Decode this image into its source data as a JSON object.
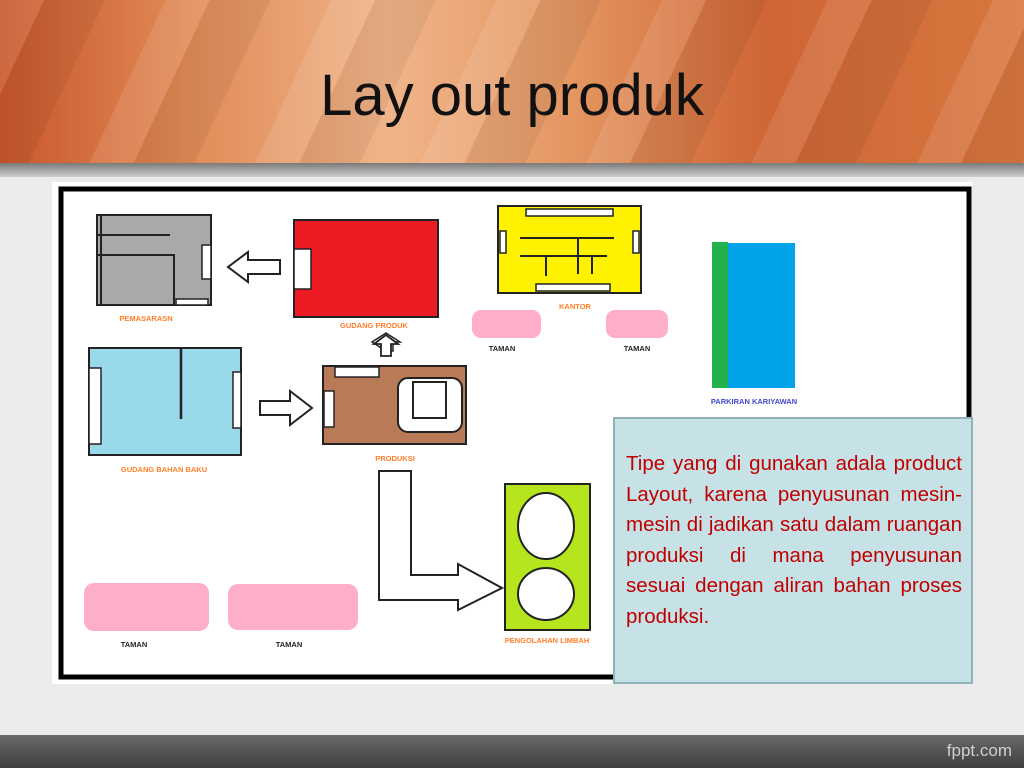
{
  "slide": {
    "title": "Lay out produk",
    "description": "Tipe yang di gunakan adala product Layout, karena penyusunan mesin-mesin di jadikan satu dalam ruangan produksi di mana penyusunan sesuai dengan aliran bahan proses produksi.",
    "footer": "fppt.com"
  },
  "diagram": {
    "labels": {
      "pemasaran": "PEMASARASN",
      "gudang_produk": "GUDANG PRODUK",
      "kantor": "KANTOR",
      "taman_kantor_left": "TAMAN",
      "taman_kantor_right": "TAMAN",
      "parkiran": "PARKIRAN KARIYAWAN",
      "gudang_bahan_baku": "GUDANG BAHAN BAKU",
      "produksi": "PRODUKSI",
      "pengolahan_limbah": "PENGOLAHAN LIMBAH",
      "taman_bottom_left": "TAMAN",
      "taman_bottom_right": "TAMAN"
    },
    "colors": {
      "pemasaran": "#a9a9a9",
      "gudang_produk": "#ed1c24",
      "kantor": "#fff200",
      "taman": "#ffaec9",
      "parkiran_blue": "#00a2e8",
      "parkiran_green": "#22b14c",
      "gudang_bahan_baku": "#99d9ea",
      "produksi": "#b97a57",
      "limbah": "#b5e61d",
      "label": "#ff7f27"
    }
  }
}
